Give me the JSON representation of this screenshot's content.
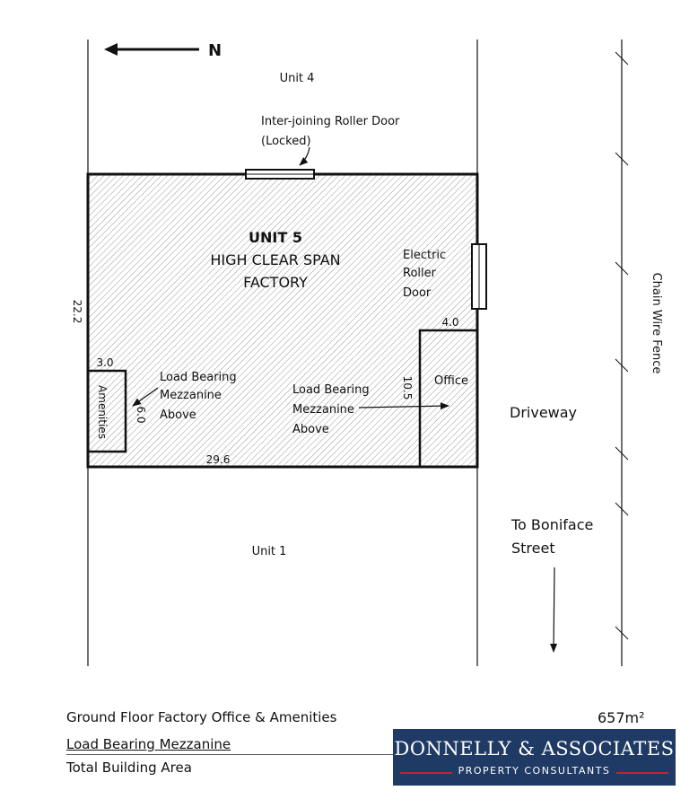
{
  "compass": {
    "north_label": "N"
  },
  "units": {
    "unit4": "Unit 4",
    "unit1": "Unit 1",
    "unit5_title": "UNIT 5",
    "unit5_line1": "HIGH CLEAR SPAN",
    "unit5_line2": "FACTORY"
  },
  "doors": {
    "interjoining_line1": "Inter-joining Roller Door",
    "interjoining_line2": "(Locked)",
    "electric_line1": "Electric",
    "electric_line2": "Roller",
    "electric_line3": "Door"
  },
  "rooms": {
    "office": "Office",
    "amenities": "Amenities"
  },
  "mezzanine": {
    "left_line1": "Load Bearing",
    "left_line2": "Mezzanine",
    "left_line3": "Above",
    "right_line1": "Load Bearing",
    "right_line2": "Mezzanine",
    "right_line3": "Above"
  },
  "dimensions": {
    "building_depth": "22.2",
    "building_length": "29.6",
    "office_width": "4.0",
    "office_length": "10.5",
    "amenities_width": "3.0",
    "amenities_length": "6.0"
  },
  "site": {
    "driveway": "Driveway",
    "street_line1": "To Boniface",
    "street_line2": "Street",
    "fence": "Chain Wire Fence"
  },
  "summary": {
    "row1": "Ground Floor Factory Office & Amenities",
    "row2": "Load Bearing Mezzanine",
    "row3": "Total Building Area",
    "area_value": "657m²"
  },
  "logo": {
    "name": "DONNELLY & ASSOCIATES",
    "subtitle": "PROPERTY CONSULTANTS"
  },
  "colors": {
    "logo_bg": "#1f3a64",
    "logo_accent": "#c8202f",
    "hatch": "#9a9a9a",
    "line": "#111111"
  }
}
